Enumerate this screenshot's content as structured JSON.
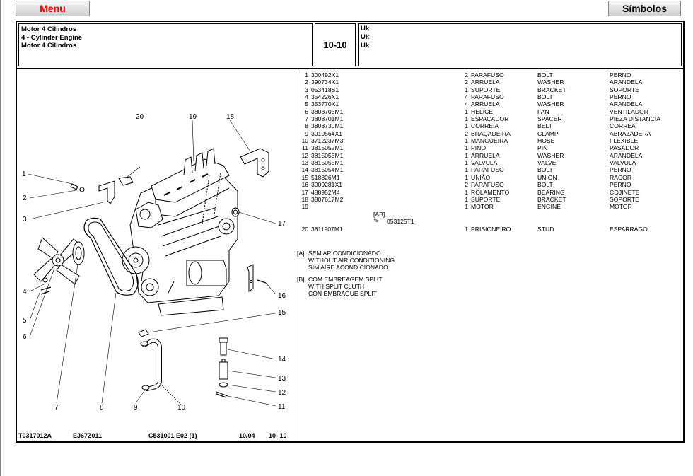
{
  "header": {
    "menu_label": "Menu",
    "simbolos_label": "Símbolos",
    "title_lines": [
      "Motor 4 Cilindros",
      "4 - Cylinder Engine",
      "Motor 4 Cilindros"
    ],
    "section_code": "10-10",
    "languages": [
      "Uk",
      "Uk",
      "Uk"
    ]
  },
  "footer": {
    "drawing_ref": "T0317012A",
    "model_ref": "EJ67Z011",
    "catalog_ref": "C531001  E02   (1)",
    "date": "10/04",
    "page": "10- 10"
  },
  "diagram": {
    "callouts": [
      "1",
      "2",
      "3",
      "4",
      "5",
      "6",
      "7",
      "8",
      "9",
      "10",
      "11",
      "12",
      "13",
      "14",
      "15",
      "16",
      "17",
      "18",
      "19",
      "20"
    ]
  },
  "parts": [
    {
      "idx": "1",
      "part": "300492X1",
      "qty": "2",
      "pt": "PARAFUSO",
      "en": "BOLT",
      "es": "PERNO"
    },
    {
      "idx": "2",
      "part": "390734X1",
      "qty": "2",
      "pt": "ARRUELA",
      "en": "WASHER",
      "es": "ARANDELA"
    },
    {
      "idx": "3",
      "part": "053418S1",
      "qty": "1",
      "pt": "SUPORTE",
      "en": "BRACKET",
      "es": "SOPORTE"
    },
    {
      "idx": "4",
      "part": "354226X1",
      "qty": "4",
      "pt": "PARAFUSO",
      "en": "BOLT",
      "es": "PERNO"
    },
    {
      "idx": "5",
      "part": "353770X1",
      "qty": "4",
      "pt": "ARRUELA",
      "en": "WASHER",
      "es": "ARANDELA"
    },
    {
      "idx": "6",
      "part": "3808703M1",
      "qty": "1",
      "pt": "HELICE",
      "en": "FAN",
      "es": "VENTILADOR"
    },
    {
      "idx": "7",
      "part": "3808701M1",
      "qty": "1",
      "pt": "ESPAÇADOR",
      "en": "SPACER",
      "es": "PIEZA DISTANCIA"
    },
    {
      "idx": "8",
      "part": "3808730M1",
      "qty": "1",
      "pt": "CORREIA",
      "en": "BELT",
      "es": "CORREA"
    },
    {
      "idx": "9",
      "part": "3019564X1",
      "qty": "2",
      "pt": "BRAÇADEIRA",
      "en": "CLAMP",
      "es": "ABRAZADERA"
    },
    {
      "idx": "10",
      "part": "3712237M3",
      "qty": "1",
      "pt": "MANGUEIRA",
      "en": "HOSE",
      "es": "FLEXIBLE"
    },
    {
      "idx": "11",
      "part": "3815052M1",
      "qty": "1",
      "pt": "PINO",
      "en": "PIN",
      "es": "PASADOR"
    },
    {
      "idx": "12",
      "part": "3815053M1",
      "qty": "1",
      "pt": "ARRUELA",
      "en": "WASHER",
      "es": "ARANDELA"
    },
    {
      "idx": "13",
      "part": "3815055M1",
      "qty": "1",
      "pt": "VALVULA",
      "en": "VALVE",
      "es": "VALVULA"
    },
    {
      "idx": "14",
      "part": "3815054M1",
      "qty": "1",
      "pt": "PARAFUSO",
      "en": "BOLT",
      "es": "PERNO"
    },
    {
      "idx": "15",
      "part": "518826M1",
      "qty": "1",
      "pt": "UNIÃO",
      "en": "UNION",
      "es": "RACOR"
    },
    {
      "idx": "16",
      "part": "3009281X1",
      "qty": "2",
      "pt": "PARAFUSO",
      "en": "BOLT",
      "es": "PERNO"
    },
    {
      "idx": "17",
      "part": "488952M4",
      "qty": "1",
      "pt": "ROLAMENTO",
      "en": "BEARING",
      "es": "COJINETE"
    },
    {
      "idx": "18",
      "part": "3807617M2",
      "qty": "1",
      "pt": "SUPORTE",
      "en": "BRACKET",
      "es": "SOPORTE"
    },
    {
      "idx": "19",
      "part": "",
      "qty": "1",
      "pt": "MOTOR",
      "en": "ENGINE",
      "es": "MOTOR"
    }
  ],
  "part19_sub": {
    "tag": "[AB]",
    "ref": "053125T1"
  },
  "part20": {
    "idx": "20",
    "part": "3811907M1",
    "qty": "1",
    "pt": "PRISIONEIRO",
    "en": "STUD",
    "es": "ESPARRAGO"
  },
  "notes": [
    {
      "tag": "[A]",
      "lines": [
        "SEM AR CONDICIONADO",
        "WITHOUT AIR CONDITIONING",
        "SIM AIRE ACONDICIONADO"
      ]
    },
    {
      "tag": "[B]",
      "lines": [
        "COM EMBREAGEM SPLIT",
        "WITH SPLIT CLUTH",
        "CON EMBRAGUE SPLIT"
      ]
    }
  ]
}
